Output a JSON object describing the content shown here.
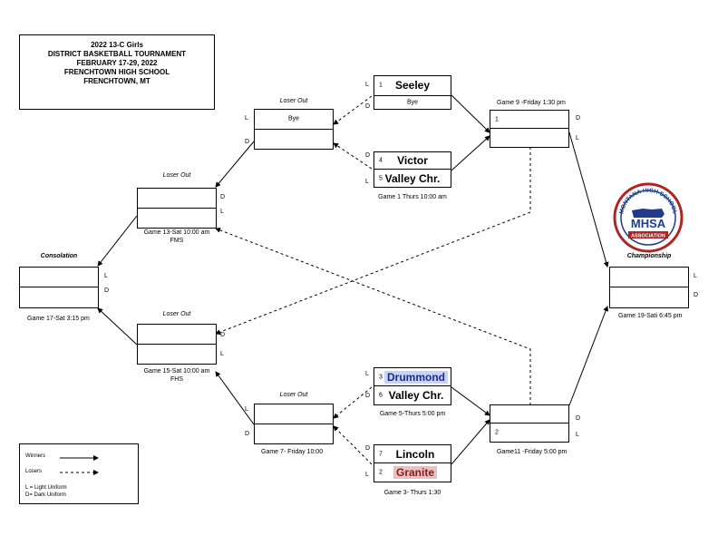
{
  "title": {
    "line1": "2022 13-C Girls",
    "line2": "DISTRICT BASKETBALL  TOURNAMENT",
    "line3": "FEBRUARY 17-29, 2022",
    "line4": "FRENCHTOWN HIGH  SCHOOL",
    "line5": "FRENCHTOWN, MT"
  },
  "game1": {
    "seed_top": "4",
    "team_top": "Victor",
    "seed_bot": "5",
    "team_bot": "Valley Chr.",
    "caption": "Game 1 Thurs 10:00 am"
  },
  "seeley": {
    "seed": "1",
    "team": "Seeley",
    "bye": "Bye"
  },
  "game5": {
    "seed_top": "3",
    "team_top": "Drummond",
    "seed_bot": "6",
    "team_bot": "Valley Chr.",
    "caption": "Game 5-Thurs 5:00 pm"
  },
  "game3": {
    "seed_top": "7",
    "team_top": "Lincoln",
    "seed_bot": "2",
    "team_bot": "Granite",
    "caption": "Game 3- Thurs 1:30"
  },
  "game9": {
    "seed": "1",
    "caption": "Game 9 -Friday 1:30 pm"
  },
  "game11": {
    "seed": "2",
    "caption": "Game11 -Friday 5:00 pm"
  },
  "loser_top": {
    "heading": "Loser Out",
    "bye": "Bye"
  },
  "game7": {
    "heading": "Loser Out",
    "caption": "Game 7- Friday 10:00"
  },
  "game13": {
    "heading": "Loser Out",
    "caption1": "Game 13-Sat 10:00 am",
    "caption2": "FMS"
  },
  "game15": {
    "heading": "Loser Out",
    "caption1": "Game 15-Sat 10:00 am",
    "caption2": "FHS"
  },
  "consolation": {
    "heading": "Consolation",
    "caption": "Game 17-Sat 3:15 pm"
  },
  "championship": {
    "heading": "Championship",
    "caption": "Game 19-Sati 6:45 pm"
  },
  "uniform": {
    "L": "L",
    "D": "D"
  },
  "logo": {
    "arc_text": "MONTANA HIGH SCHOOL",
    "main": "MHSA",
    "bottom": "ASSOCIATION"
  },
  "legend": {
    "winners": "Winners",
    "losers": "Losers",
    "light": "L = Light Uniform",
    "dark": "D= Dark Uniform"
  }
}
